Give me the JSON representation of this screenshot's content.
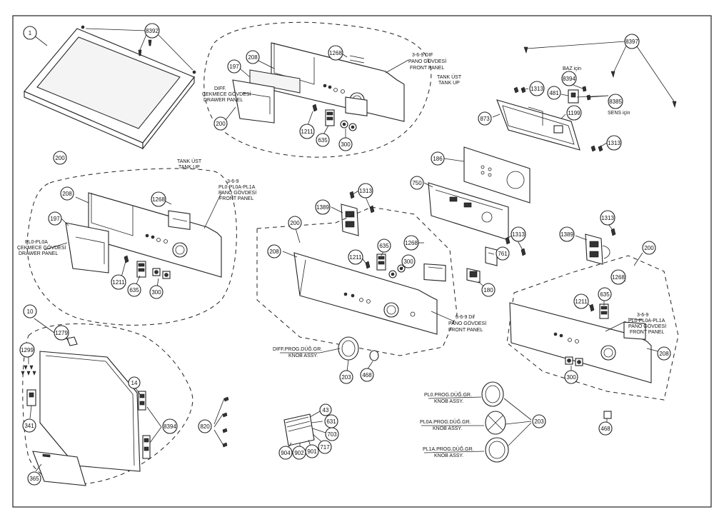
{
  "callouts": {
    "c1": "1",
    "c8392": "8392",
    "c197a": "197",
    "c208a": "208",
    "c200a": "200",
    "c1268a": "1268",
    "c1211a": "1211",
    "c635a": "635",
    "c300a": "300",
    "c200b": "200",
    "c208b": "208",
    "c197b": "197",
    "c1268b": "1268",
    "c1211b": "1211",
    "c635b": "635",
    "c300b": "300",
    "c10": "10",
    "c1279": "1279",
    "c1299": "1299",
    "c341": "341",
    "c365": "365",
    "c14": "14",
    "c8394a": "8394",
    "c820": "820",
    "c8397": "8397",
    "c8394b": "8394",
    "c481": "481",
    "c8385": "8385",
    "c1313a": "1313",
    "c1199": "1199",
    "c873": "873",
    "c1313b": "1313",
    "c186": "186",
    "c750": "750",
    "c1313c": "1313",
    "c1313d": "1313",
    "c761": "761",
    "c180": "180",
    "c1389a": "1389",
    "c200c": "200",
    "c208c": "208",
    "c1211c": "1211",
    "c635c": "635",
    "c300c": "300",
    "c1268c": "1268",
    "c203a": "203",
    "c468a": "468",
    "c43": "43",
    "c631": "631",
    "c703": "703",
    "c717": "717",
    "c904": "904",
    "c902": "902",
    "c901": "901",
    "c1313e": "1313",
    "c1389b": "1389",
    "c200d": "200",
    "c1268d": "1268",
    "c635d": "635",
    "c1211d": "1211",
    "c208d": "208",
    "c300d": "300",
    "c203b": "203",
    "c468b": "468"
  },
  "labels": {
    "front_panel_dif_1": "3-6-9 DIF",
    "front_panel_dif_2": "PANO GÖVDESİ",
    "front_panel_dif_3": "FRONT PANEL",
    "tank_up_1_tr": "TANK ÜST",
    "tank_up_1_en": "TANK UP",
    "drawer_diff_1": "DIFF.",
    "drawer_diff_2": "ÇEKMECE GÖVDESİ",
    "drawer_diff_3": "DRAWER PANEL",
    "tank_up_2_tr": "TANK ÜST",
    "tank_up_2_en": "TANK UP",
    "front_panel_pl0_1": "3-6-9",
    "front_panel_pl0_2": "PL0-PL0A-PL1A",
    "front_panel_pl0_3": "PANO GÖVDESİ",
    "front_panel_pl0_4": "FRONT PANEL",
    "drawer_pl0_1": "PL0-PL0A",
    "drawer_pl0_2": "ÇEKMECE GÖVDESİ",
    "drawer_pl0_3": "DRAWER PANEL",
    "baz_icin": "BAZ için",
    "sens_icin": "SENS için",
    "front_panel_mid_1": "3-6-9 Dif",
    "front_panel_mid_2": "PANO GÖVDESİ",
    "front_panel_mid_3": "FRONT PANEL",
    "front_panel_right_1": "3-6-9",
    "front_panel_right_2": "PL0-PL0A-PL1A",
    "front_panel_right_3": "PANO GÖVDESİ",
    "front_panel_right_4": "FRONT PANEL",
    "knob_diff_1": "DIFF.PROG.DÜĞ.GR.",
    "knob_diff_2": "KNOB ASSY.",
    "knob_pl0_1": "PL0.PROG.DÜĞ.GR.",
    "knob_pl0_2": "KNOB ASSY.",
    "knob_pl0a_1": "PL0A.PROG.DÜĞ.GR.",
    "knob_pl0a_2": "KNOB ASSY.",
    "knob_pl1a_1": "PL1A.PROG.DÜĞ.GR.",
    "knob_pl1a_2": "KNOB ASSY."
  }
}
